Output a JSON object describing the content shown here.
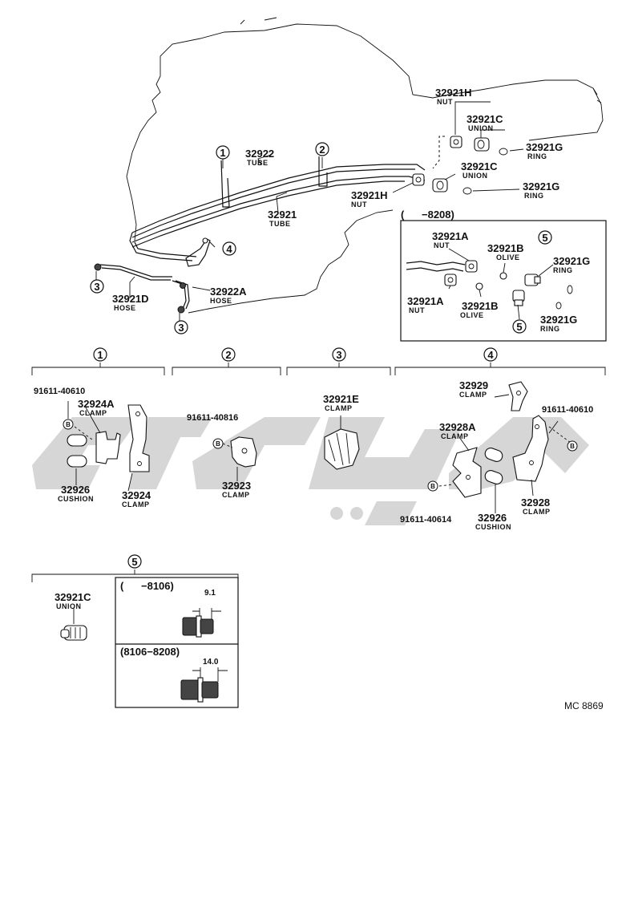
{
  "parts": {
    "n32921H_top": {
      "num": "32921H",
      "name": "NUT"
    },
    "n32921C_top": {
      "num": "32921C",
      "name": "UNION"
    },
    "n32921G_top": {
      "num": "32921G",
      "name": "RING"
    },
    "n32922": {
      "num": "32922",
      "name": "TUBE"
    },
    "n32921C_mid": {
      "num": "32921C",
      "name": "UNION"
    },
    "n32921H_mid": {
      "num": "32921H",
      "name": "NUT"
    },
    "n32921G_mid": {
      "num": "32921G",
      "name": "RING"
    },
    "n32921": {
      "num": "32921",
      "name": "TUBE"
    },
    "n32921D": {
      "num": "32921D",
      "name": "HOSE"
    },
    "n32922A": {
      "num": "32922A",
      "name": "HOSE"
    },
    "inset_range": "(      −8208)",
    "n32921A_1": {
      "num": "32921A",
      "name": "NUT"
    },
    "n32921B_1": {
      "num": "32921B",
      "name": "OLIVE"
    },
    "n32921G_in1": {
      "num": "32921G",
      "name": "RING"
    },
    "n32921A_2": {
      "num": "32921A",
      "name": "NUT"
    },
    "n32921B_2": {
      "num": "32921B",
      "name": "OLIVE"
    },
    "n32921G_in2": {
      "num": "32921G",
      "name": "RING"
    },
    "g1_bolt": "91611-40610",
    "n32924A": {
      "num": "32924A",
      "name": "CLAMP"
    },
    "n32926_a": {
      "num": "32926",
      "name": "CUSHION"
    },
    "n32924": {
      "num": "32924",
      "name": "CLAMP"
    },
    "g2_bolt": "91611-40816",
    "n32923": {
      "num": "32923",
      "name": "CLAMP"
    },
    "n32921E": {
      "num": "32921E",
      "name": "CLAMP"
    },
    "n32929": {
      "num": "32929",
      "name": "CLAMP"
    },
    "g4_bolt_a": "91611-40610",
    "n32928A": {
      "num": "32928A",
      "name": "CLAMP"
    },
    "g4_bolt_b": "91611-40614",
    "n32926_b": {
      "num": "32926",
      "name": "CUSHION"
    },
    "n32928": {
      "num": "32928",
      "name": "CLAMP"
    },
    "n32921C_bot": {
      "num": "32921C",
      "name": "UNION"
    }
  },
  "callouts": {
    "c1": "1",
    "c2": "2",
    "c3": "3",
    "c4": "4",
    "c5": "5",
    "b": "B"
  },
  "detail": {
    "range1": "(      −8106)",
    "dim1": "9.1",
    "range2": "(8106−8208)",
    "dim2": "14.0"
  },
  "code": "MC 8869",
  "colors": {
    "ink": "#111111",
    "watermark": "#cfcfcf"
  }
}
